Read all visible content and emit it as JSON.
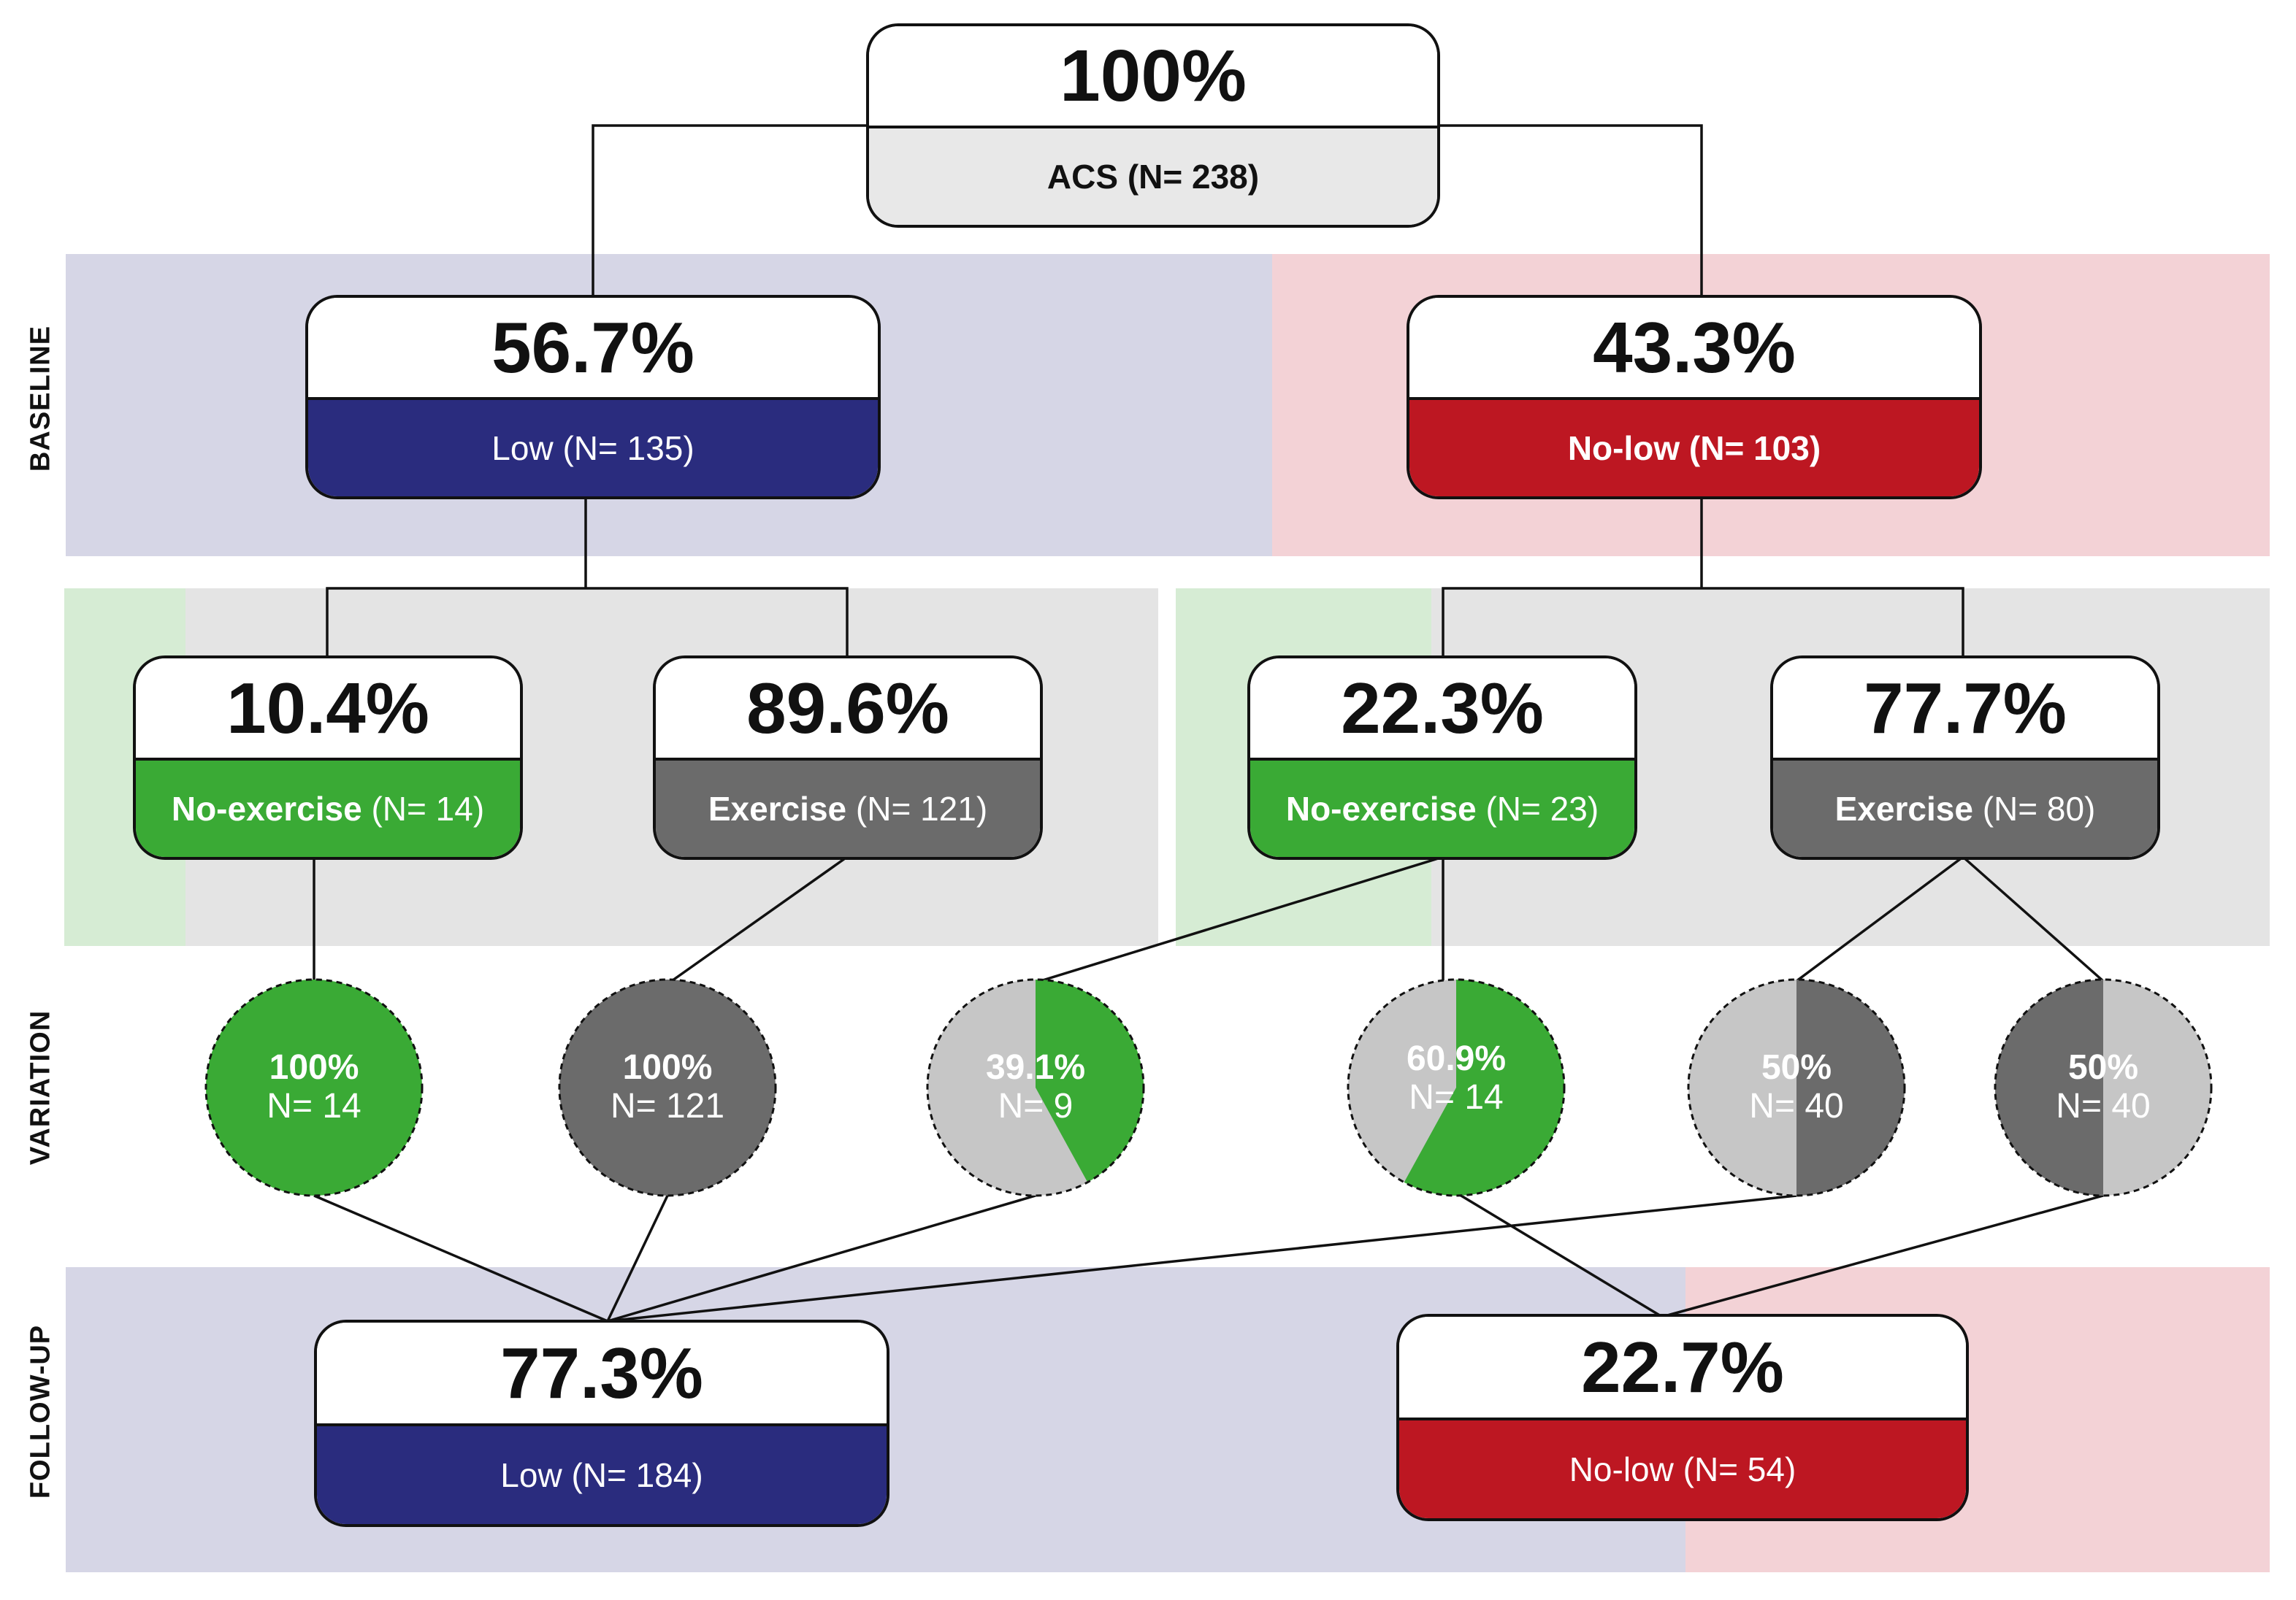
{
  "row_labels": {
    "baseline": "BASELINE",
    "variation": "VARIATION",
    "follow_up": "FOLLOW-UP"
  },
  "root": {
    "pct": "100%",
    "label": "ACS (N= 238)"
  },
  "baseline": {
    "low": {
      "pct": "56.7%",
      "label": "Low (N= 135)"
    },
    "nolow": {
      "pct": "43.3%",
      "label": "No-low (N= 103)"
    }
  },
  "exercise": {
    "low_noex": {
      "pct": "10.4%",
      "name": "No-exercise",
      "n": "(N= 14)"
    },
    "low_ex": {
      "pct": "89.6%",
      "name": "Exercise",
      "n": "(N= 121)"
    },
    "nolow_noex": {
      "pct": "22.3%",
      "name": "No-exercise",
      "n": "(N= 23)"
    },
    "nolow_ex": {
      "pct": "77.7%",
      "name": "Exercise",
      "n": "(N= 80)"
    }
  },
  "variation": [
    {
      "pct": "100%",
      "n": "N= 14",
      "fraction": 1.0
    },
    {
      "pct": "100%",
      "n": "N= 121",
      "fraction": 1.0
    },
    {
      "pct": "39.1%",
      "n": "N= 9",
      "fraction": 0.391
    },
    {
      "pct": "60.9%",
      "n": "N= 14",
      "fraction": 0.609
    },
    {
      "pct": "50%",
      "n": "N= 40",
      "fraction": 0.5
    },
    {
      "pct": "50%",
      "n": "N= 40",
      "fraction": 0.5
    }
  ],
  "follow_up": {
    "low": {
      "pct": "77.3%",
      "label": "Low (N= 184)"
    },
    "nolow": {
      "pct": "22.7%",
      "label": "No-low (N= 54)"
    }
  },
  "colors": {
    "blue": "#2a2c7e",
    "red": "#bd1722",
    "green": "#3aaa35",
    "dark_gray": "#6b6b6b",
    "light_gray": "#c6c6c6",
    "band_blue": "#d6d6e6",
    "band_red": "#f3d2d6",
    "band_gray": "#e4e4e4",
    "band_green": "#d6ecd4"
  }
}
